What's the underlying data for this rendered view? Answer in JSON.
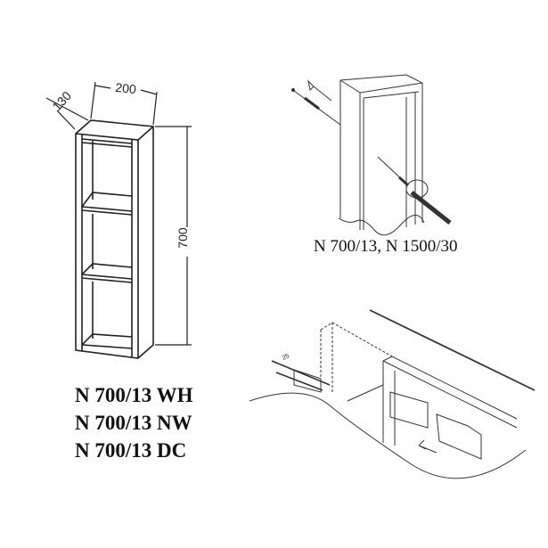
{
  "dimensions": {
    "width": "200",
    "depth": "130",
    "height": "700"
  },
  "models": [
    "N 700/13 WH",
    "N 700/13 NW",
    "N 700/13 DC"
  ],
  "mounting_caption": "N 700/13, N 1500/30",
  "bracket_dimension": "25",
  "line_color": "#222222"
}
